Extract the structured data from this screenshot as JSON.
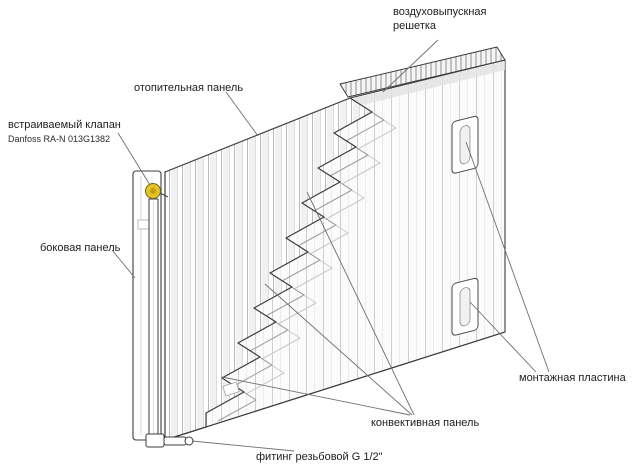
{
  "diagram": {
    "type": "technical-cutaway-diagram",
    "subject": "steel panel radiator with parts callouts",
    "labels": {
      "air_vent_grille": "воздуховыпускная решетка",
      "heating_panel": "отопительная панель",
      "built_in_valve": "встраиваемый клапан",
      "valve_model": "Danfoss RA-N 013G1382",
      "side_panel": "боковая панель",
      "mounting_plate": "монтажная пластина",
      "convective_panel": "конвективная панель",
      "threaded_fitting": "фитинг резьбовой G 1/2\""
    },
    "colors": {
      "outline": "#3c3c3c",
      "leader_line": "#707070",
      "panel_fill": "#ffffff",
      "rib_shade": "#f1f1f1",
      "grille_hatch": "#8f8f8f",
      "valve_accent": "#e5c22c",
      "text": "#1d1d1d"
    }
  }
}
